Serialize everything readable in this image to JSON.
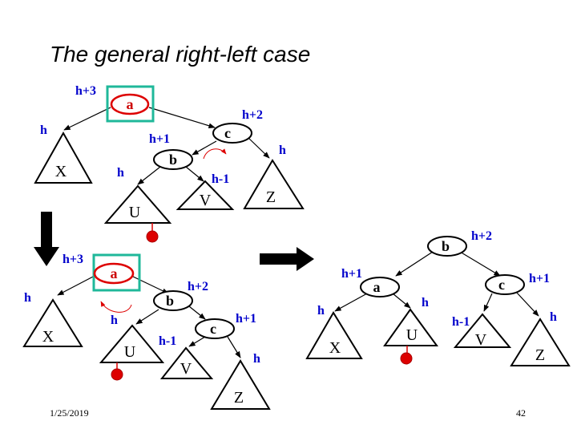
{
  "slide": {
    "title": "The general right-left case",
    "date": "1/25/2019",
    "page_number": "42"
  },
  "colors": {
    "height_label": "#0000cc",
    "unbalanced_node": "#dd0000",
    "highlight_box": "#1fb89a",
    "inserted_leaf": "#dd0000",
    "rotation_arrow": "#dd0000"
  },
  "tree1": {
    "a": "a",
    "b": "b",
    "c": "c",
    "X": "X",
    "U": "U",
    "V": "V",
    "Z": "Z",
    "h_a": "h+3",
    "h_c": "h+2",
    "h_b": "h+1",
    "h_X": "h",
    "h_U": "h",
    "h_V": "h-1",
    "h_Z": "h"
  },
  "tree2": {
    "a": "a",
    "b": "b",
    "c": "c",
    "X": "X",
    "U": "U",
    "V": "V",
    "Z": "Z",
    "h_a": "h+3",
    "h_b": "h+2",
    "h_c": "h+1",
    "h_X": "h",
    "h_U": "h",
    "h_V": "h-1",
    "h_Z": "h"
  },
  "tree3": {
    "a": "a",
    "b": "b",
    "c": "c",
    "X": "X",
    "U": "U",
    "V": "V",
    "Z": "Z",
    "h_b": "h+2",
    "h_a": "h+1",
    "h_c": "h+1",
    "h_X": "h",
    "h_U": "h",
    "h_V": "h-1",
    "h_Z": "h"
  }
}
